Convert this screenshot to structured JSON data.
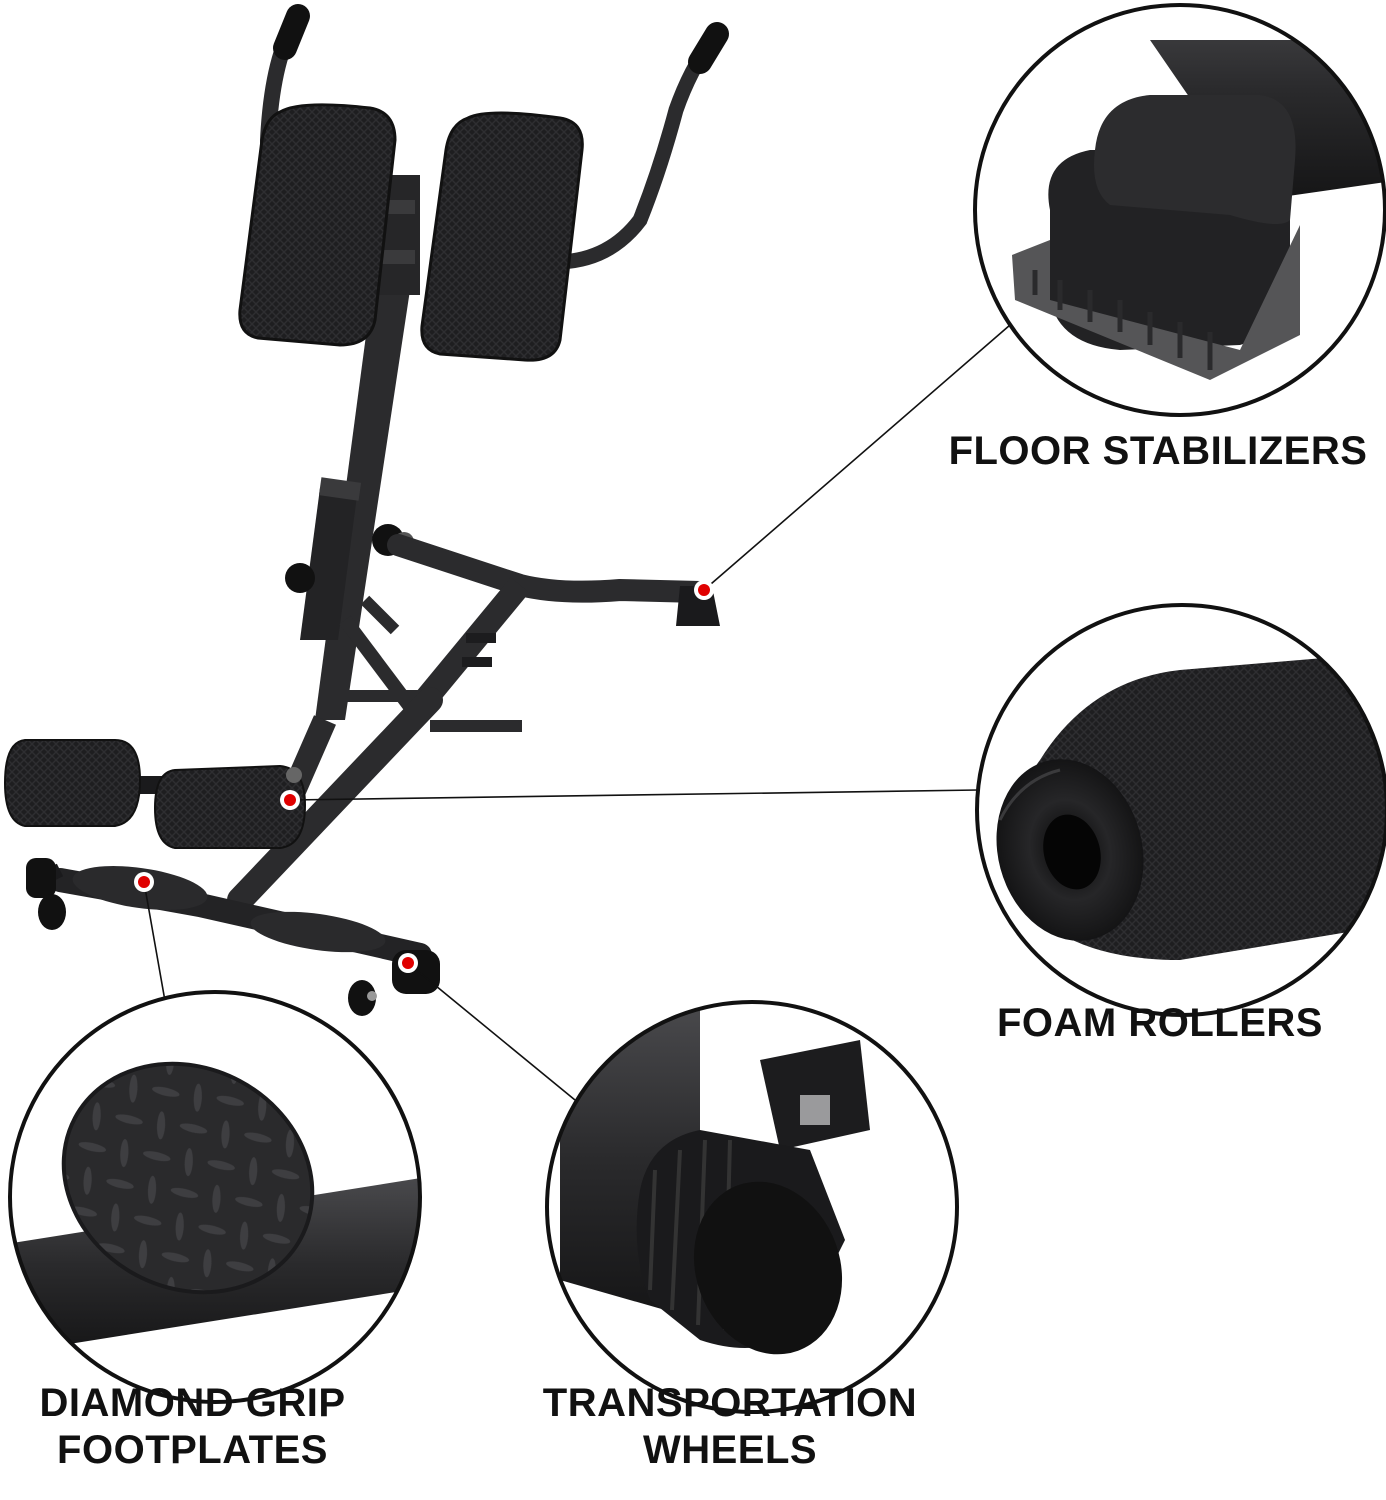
{
  "callouts": {
    "floor_stabilizers": "FLOOR STABILIZERS",
    "foam_rollers": "FOAM ROLLERS",
    "diamond_grip_line1": "DIAMOND GRIP",
    "diamond_grip_line2": "FOOTPLATES",
    "transportation_line1": "TRANSPORTATION",
    "transportation_line2": "WHEELS"
  },
  "colors": {
    "frame": "#2b2b2d",
    "pad": "#1c1c1e",
    "marker": "#e00000",
    "circle_border": "#111111",
    "background": "#ffffff"
  }
}
